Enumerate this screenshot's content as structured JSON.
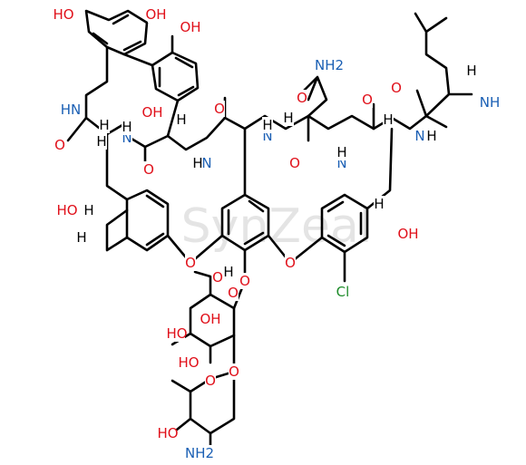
{
  "watermark": "SynZeal",
  "colors": {
    "O": "#e0101a",
    "N": "#1a5fb4",
    "Cl": "#1e8c2a",
    "H": "#000000"
  },
  "atoms": [
    {
      "id": "oh-top-left",
      "text": "HO",
      "el": "O"
    },
    {
      "id": "oh-top-mid",
      "text": "OH",
      "el": "O"
    },
    {
      "id": "oh-top-right",
      "text": "OH",
      "el": "O"
    },
    {
      "id": "nh2-asn",
      "text": "NH2",
      "el": "N"
    },
    {
      "id": "o-asn-amide",
      "text": "O",
      "el": "O"
    },
    {
      "id": "h-asn",
      "text": "H",
      "el": "H"
    },
    {
      "id": "h-leu",
      "text": "H",
      "el": "H"
    },
    {
      "id": "o-leu",
      "text": "O",
      "el": "O"
    },
    {
      "id": "nh-leu-methyl",
      "text": "NH",
      "el": "N"
    },
    {
      "id": "nh-ring1",
      "text": "HN",
      "el": "N"
    },
    {
      "id": "h-alpha1",
      "text": "H",
      "el": "H"
    },
    {
      "id": "o-acid",
      "text": "OH",
      "el": "O"
    },
    {
      "id": "o-amide-a",
      "text": "O",
      "el": "O"
    },
    {
      "id": "h-alpha2",
      "text": "H",
      "el": "H"
    },
    {
      "id": "o-amide-b",
      "text": "O",
      "el": "O"
    },
    {
      "id": "h-alpha3",
      "text": "H",
      "el": "H"
    },
    {
      "id": "nh-a",
      "text": "N",
      "el": "N"
    },
    {
      "id": "nh-b",
      "text": "N",
      "el": "N"
    },
    {
      "id": "nh-c",
      "text": "N",
      "el": "N"
    },
    {
      "id": "nh-d",
      "text": "N",
      "el": "N"
    },
    {
      "id": "nh-e",
      "text": "N",
      "el": "N"
    },
    {
      "id": "h-nha",
      "text": "H",
      "el": "H"
    },
    {
      "id": "h-nhb",
      "text": "H",
      "el": "H"
    },
    {
      "id": "h-nhc",
      "text": "H",
      "el": "H"
    },
    {
      "id": "h-nhd",
      "text": "H",
      "el": "H"
    },
    {
      "id": "h-nhe",
      "text": "H",
      "el": "H"
    },
    {
      "id": "o-amide-c",
      "text": "O",
      "el": "O"
    },
    {
      "id": "o-amide-d",
      "text": "O",
      "el": "O"
    },
    {
      "id": "o-amide-e",
      "text": "O",
      "el": "O"
    },
    {
      "id": "h-alpha4",
      "text": "H",
      "el": "H"
    },
    {
      "id": "oh-bhyd-left",
      "text": "HO",
      "el": "O"
    },
    {
      "id": "h-bhyd-left",
      "text": "H",
      "el": "H"
    },
    {
      "id": "h-bhyd-left2",
      "text": "H",
      "el": "H"
    },
    {
      "id": "h-bhyd-right",
      "text": "H",
      "el": "H"
    },
    {
      "id": "oh-bhyd-right",
      "text": "OH",
      "el": "O"
    },
    {
      "id": "o-ether-left",
      "text": "O",
      "el": "O"
    },
    {
      "id": "o-glyco",
      "text": "O",
      "el": "O"
    },
    {
      "id": "o-ether-right",
      "text": "O",
      "el": "O"
    },
    {
      "id": "cl",
      "text": "Cl",
      "el": "Cl"
    },
    {
      "id": "o-glc-ring",
      "text": "O",
      "el": "O"
    },
    {
      "id": "o-glc-ch2oh",
      "text": "O",
      "el": "O"
    },
    {
      "id": "h-glc-ch2oh",
      "text": "H",
      "el": "H"
    },
    {
      "id": "oh-glc-3",
      "text": "OH",
      "el": "O"
    },
    {
      "id": "oh-glc-4",
      "text": "HO",
      "el": "O"
    },
    {
      "id": "o-link",
      "text": "O",
      "el": "O"
    },
    {
      "id": "o-sugar2-ring",
      "text": "O",
      "el": "O"
    },
    {
      "id": "ho-sugar2",
      "text": "HO",
      "el": "O"
    },
    {
      "id": "oh-sugar2",
      "text": "HO",
      "el": "O"
    },
    {
      "id": "nh2-sugar2",
      "text": "NH2",
      "el": "N"
    }
  ]
}
